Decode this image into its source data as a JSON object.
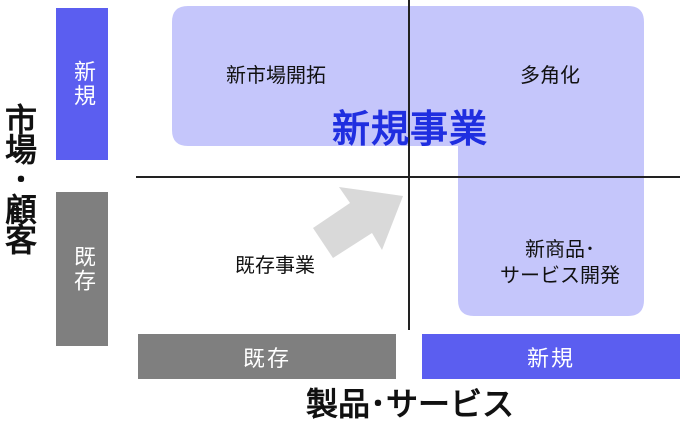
{
  "axes": {
    "vertical_title": "市場･顧客",
    "horizontal_title": "製品･サービス",
    "vertical_bands": {
      "new": "新規",
      "existing": "既存"
    },
    "horizontal_bands": {
      "existing": "既存",
      "new": "新規"
    }
  },
  "quadrants": {
    "new_market": "新市場開拓",
    "diversification": "多角化",
    "existing_business": "既存事業",
    "new_product_line1": "新商品･",
    "new_product_line2": "サービス開発"
  },
  "highlight": {
    "label": "新規事業"
  },
  "colors": {
    "accent_blue": "#5b5ef0",
    "highlight_fill": "#c5c6fb",
    "highlight_text": "#1f2ee0",
    "existing_gray": "#7f7f7f",
    "arrow_gray": "#d9d9d9"
  }
}
